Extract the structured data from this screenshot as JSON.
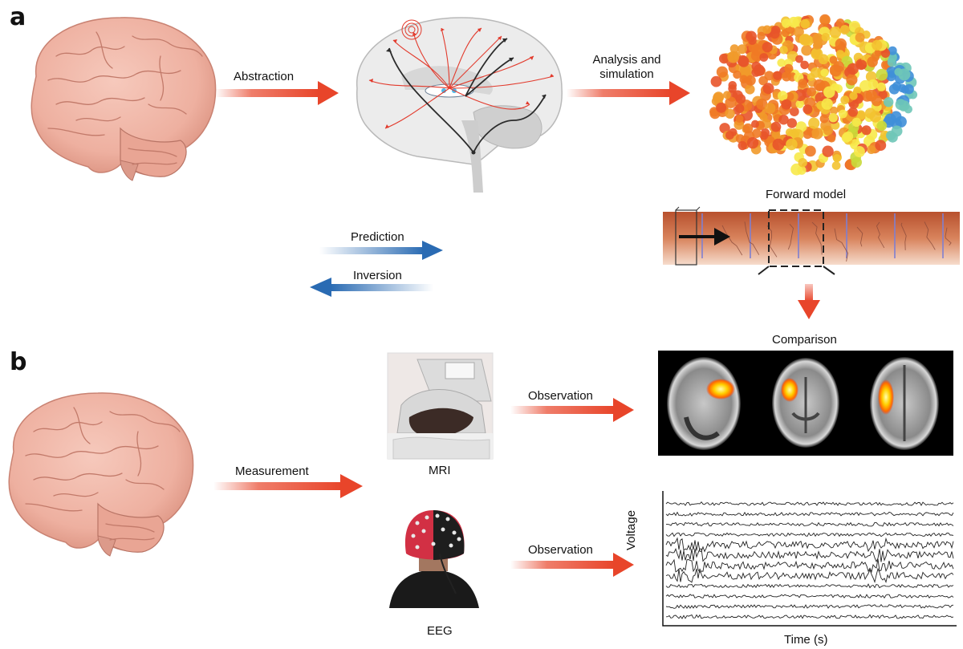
{
  "panels": {
    "a": "a",
    "b": "b"
  },
  "labels": {
    "abstraction": "Abstraction",
    "analysis_line1": "Analysis and",
    "analysis_line2": "simulation",
    "forward_model": "Forward model",
    "prediction": "Prediction",
    "inversion": "Inversion",
    "comparison": "Comparison",
    "measurement": "Measurement",
    "observation_mri": "Observation",
    "observation_eeg": "Observation",
    "mri": "MRI",
    "eeg": "EEG",
    "voltage": "Voltage",
    "time": "Time (s)"
  },
  "colors": {
    "red_arrow": "#e8452a",
    "blue_arrow": "#2a6bb3",
    "brain_pink": "#efb5a6",
    "brain_shadow": "#c98272",
    "cortex_band": "#c8643f",
    "eeg_cap": "#d23044"
  },
  "icons": [
    "brain-illustration",
    "brain-network-diagram",
    "brain-simulation-render",
    "cortical-column-diagram",
    "mri-scan-images",
    "eeg-traces"
  ]
}
